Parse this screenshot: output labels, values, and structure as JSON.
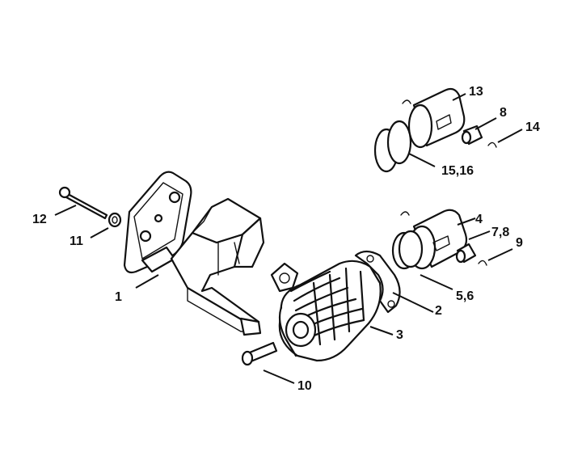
{
  "labels": {
    "l1": "1",
    "l2": "2",
    "l3": "3",
    "l4": "4",
    "l5": "5,6",
    "l7": "7,8",
    "l8": "8",
    "l9": "9",
    "l10": "10",
    "l11": "11",
    "l12": "12",
    "l13": "13",
    "l14": "14",
    "l15": "15,16"
  }
}
